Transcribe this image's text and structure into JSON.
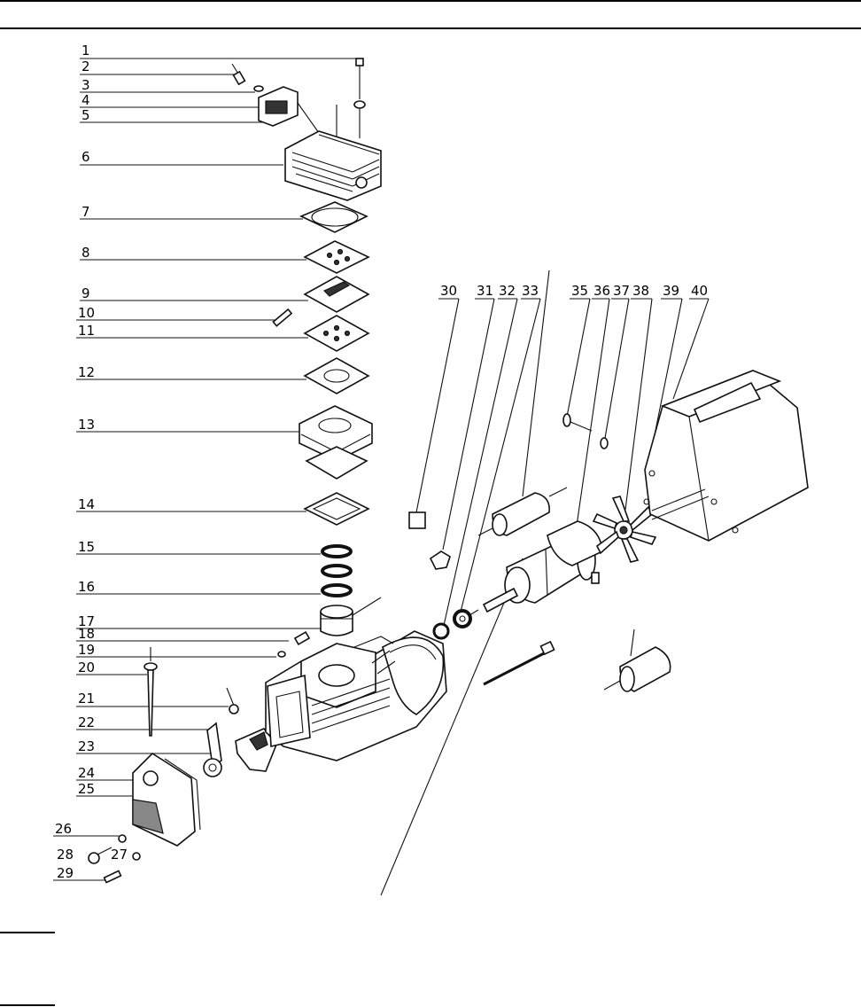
{
  "labels": {
    "left": [
      "1",
      "2",
      "3",
      "4",
      "5",
      "6",
      "7",
      "8",
      "9",
      "10",
      "11",
      "12",
      "13",
      "14",
      "15",
      "16",
      "17",
      "18",
      "19",
      "20",
      "21",
      "22",
      "23",
      "24",
      "25",
      "26",
      "28",
      "27",
      "29"
    ],
    "top": [
      "30",
      "31",
      "32",
      "33",
      "35",
      "36",
      "37",
      "38",
      "39",
      "40"
    ]
  }
}
